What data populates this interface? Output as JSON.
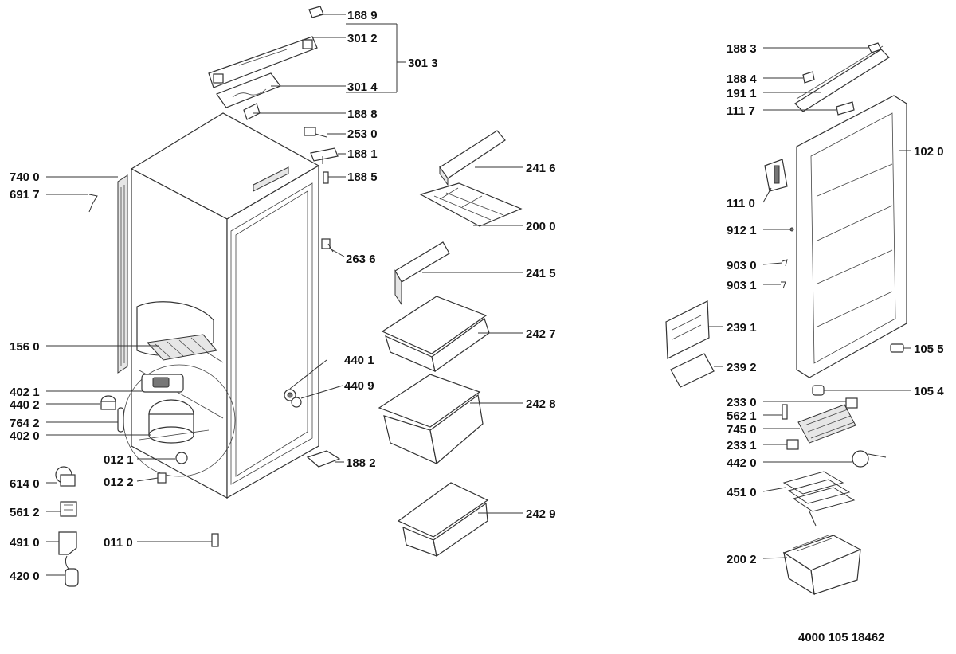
{
  "labels": {
    "188_9": "188 9",
    "301_2": "301 2",
    "301_3": "301 3",
    "301_4": "301 4",
    "188_8": "188 8",
    "253_0": "253 0",
    "188_1": "188 1",
    "188_5": "188 5",
    "740_0": "740 0",
    "691_7": "691 7",
    "263_6": "263 6",
    "156_0": "156 0",
    "440_1": "440 1",
    "440_9": "440 9",
    "402_1": "402 1",
    "440_2": "440 2",
    "764_2": "764 2",
    "402_0": "402 0",
    "012_1": "012 1",
    "012_2": "012 2",
    "188_2": "188 2",
    "614_0": "614 0",
    "561_2": "561 2",
    "491_0": "491 0",
    "011_0": "011 0",
    "420_0": "420 0",
    "241_6": "241 6",
    "200_0": "200 0",
    "241_5": "241 5",
    "242_7": "242 7",
    "242_8": "242 8",
    "242_9": "242 9",
    "188_3": "188 3",
    "188_4": "188 4",
    "191_1": "191 1",
    "111_7": "111 7",
    "102_0": "102 0",
    "111_0": "111 0",
    "912_1": "912 1",
    "903_0": "903 0",
    "903_1": "903 1",
    "239_1": "239 1",
    "239_2": "239 2",
    "105_5": "105 5",
    "105_4": "105 4",
    "233_0": "233 0",
    "562_1": "562 1",
    "745_0": "745 0",
    "233_1": "233 1",
    "442_0": "442 0",
    "451_0": "451 0",
    "200_2": "200 2"
  },
  "document_number": "4000 105 18462"
}
